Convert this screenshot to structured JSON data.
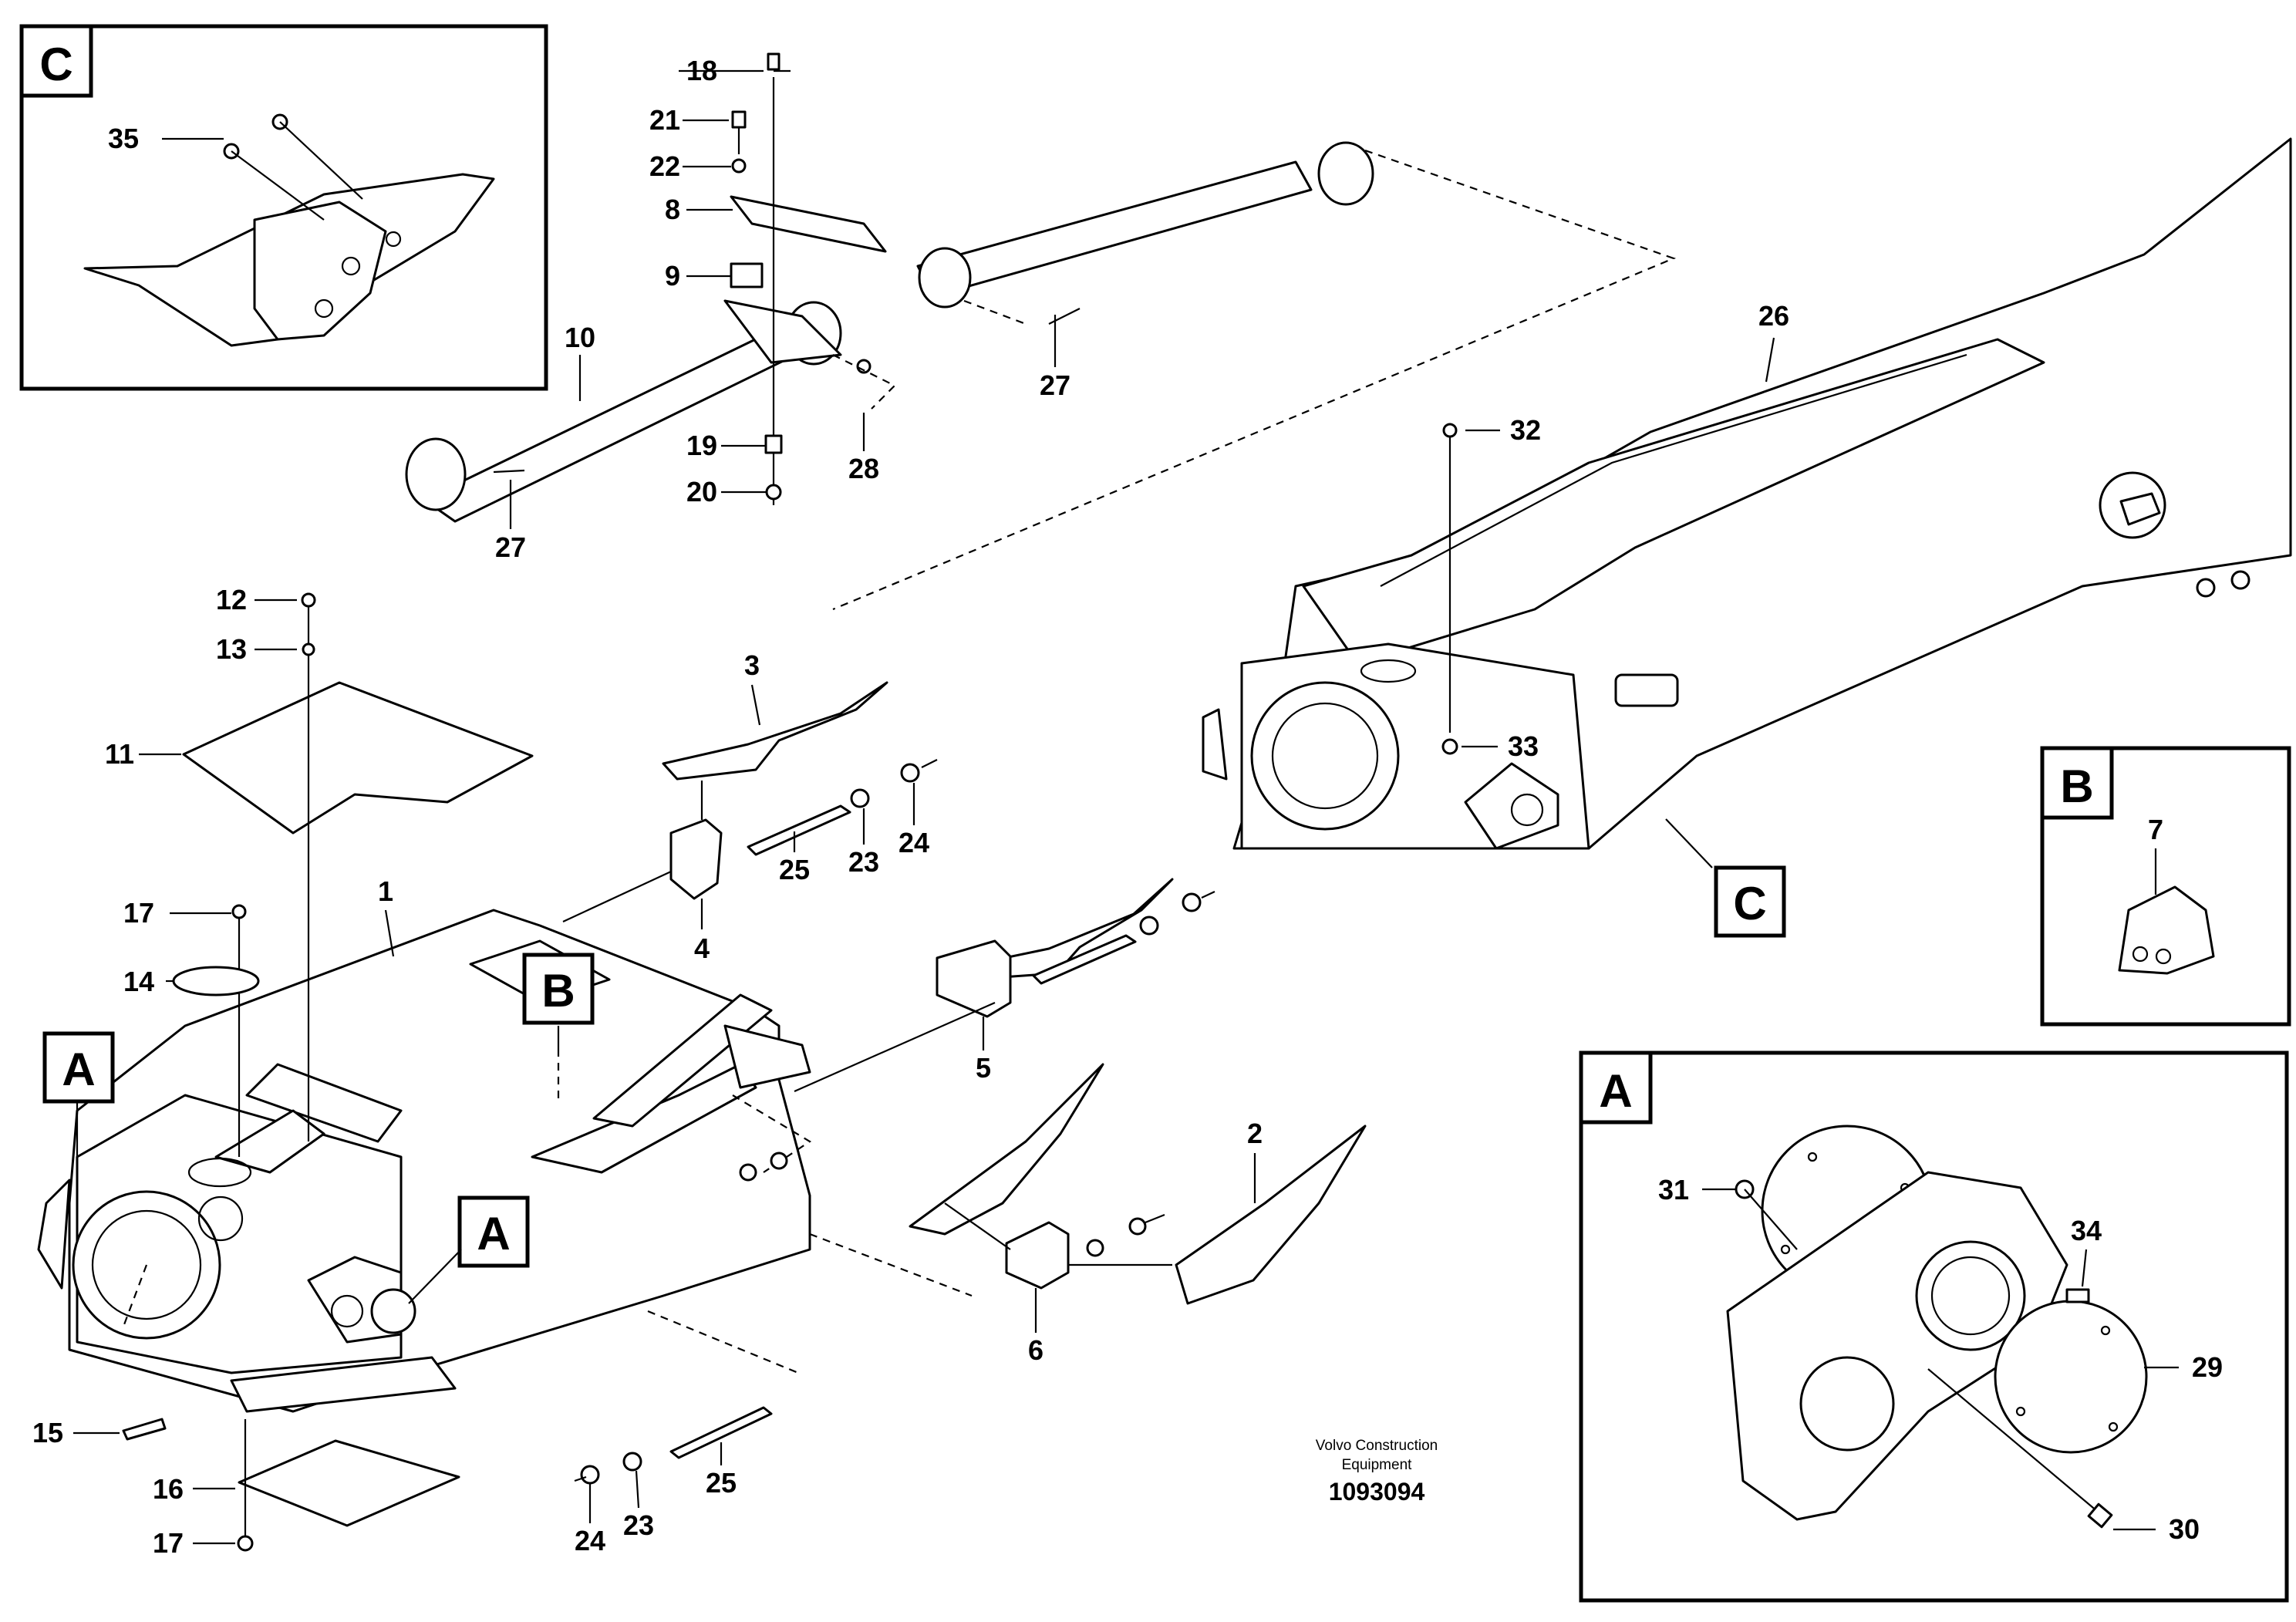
{
  "caption": {
    "company_line1": "Volvo Construction",
    "company_line2": "Equipment",
    "doc_number": "1093094"
  },
  "detail_boxes": {
    "A": "A",
    "B": "B",
    "C": "C"
  },
  "callouts": {
    "n1": "1",
    "n2": "2",
    "n3": "3",
    "n4": "4",
    "n5": "5",
    "n6": "6",
    "n7": "7",
    "n8": "8",
    "n9": "9",
    "n10": "10",
    "n11": "11",
    "n12": "12",
    "n13": "13",
    "n14": "14",
    "n15": "15",
    "n16": "16",
    "n17": "17",
    "n18": "18",
    "n19": "19",
    "n20": "20",
    "n21": "21",
    "n22": "22",
    "n23": "23",
    "n24": "24",
    "n25": "25",
    "n26": "26",
    "n27": "27",
    "n28": "28",
    "n29": "29",
    "n30": "30",
    "n31": "31",
    "n32": "32",
    "n33": "33",
    "n34": "34",
    "n35": "35"
  }
}
